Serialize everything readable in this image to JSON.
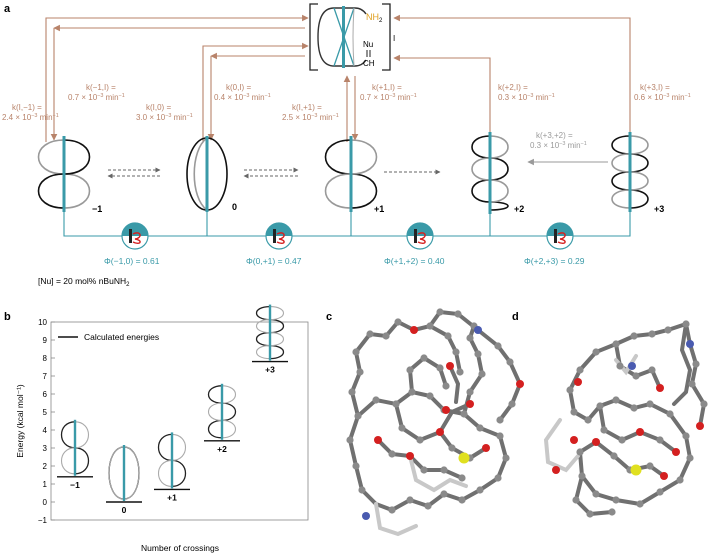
{
  "panels": {
    "a": "a",
    "b": "b",
    "c": "c",
    "d": "d"
  },
  "panel_a": {
    "complex": {
      "nh2": "NH",
      "nh2_sub": "2",
      "nu": "Nu",
      "ch": "CH",
      "roman": "I"
    },
    "rates": [
      {
        "k": "k(I,−1) =",
        "v": "2.4 × 10",
        "exp": "−3",
        "u": " min",
        "uexp": "−1"
      },
      {
        "k": "k(−1,I) =",
        "v": "0.7 × 10",
        "exp": "−3",
        "u": " min",
        "uexp": "−1"
      },
      {
        "k": "k(I,0) =",
        "v": "3.0 × 10",
        "exp": "−3",
        "u": " min",
        "uexp": "−1"
      },
      {
        "k": "k(0,I) =",
        "v": "0.4 × 10",
        "exp": "−3",
        "u": " min",
        "uexp": "−1"
      },
      {
        "k": "k(I,+1) =",
        "v": "2.5 × 10",
        "exp": "−3",
        "u": " min",
        "uexp": "−1"
      },
      {
        "k": "k(+1,I) =",
        "v": "0.7 × 10",
        "exp": "−3",
        "u": " min",
        "uexp": "−1"
      },
      {
        "k": "k(+2,I) =",
        "v": "0.3 × 10",
        "exp": "−3",
        "u": " min",
        "uexp": "−1"
      },
      {
        "k": "k(+3,I) =",
        "v": "0.6 × 10",
        "exp": "−3",
        "u": " min",
        "uexp": "−1"
      },
      {
        "k": "k(+3,+2) =",
        "v": "0.3 × 10",
        "exp": "−3",
        "u": " min",
        "uexp": "−1"
      }
    ],
    "knot_labels": [
      "−1",
      "0",
      "+1",
      "+2",
      "+3"
    ],
    "phi": [
      {
        "label": "Φ(−1,0) = 0.61"
      },
      {
        "label": "Φ(0,+1) =  0.47"
      },
      {
        "label": "Φ(+1,+2) = 0.40"
      },
      {
        "label": "Φ(+2,+3) = 0.29"
      }
    ],
    "conditions": "[Nu] = 20 mol% nBuNH",
    "conditions_sub": "2"
  },
  "chart_data": {
    "type": "scatter",
    "title": "",
    "xlabel": "Number of crossings",
    "ylabel": "Energy (kcal mol⁻¹)",
    "ylim": [
      -1,
      10
    ],
    "yticks": [
      "−1",
      "0",
      "1",
      "2",
      "3",
      "4",
      "5",
      "6",
      "7",
      "8",
      "9",
      "10"
    ],
    "legend": "Calculated energies",
    "legend_position": "top-left",
    "categories": [
      "−1",
      "0",
      "+1",
      "+2",
      "+3"
    ],
    "values": [
      1.4,
      0.0,
      0.7,
      3.4,
      7.8
    ]
  },
  "colors": {
    "teal": "#3a9aa8",
    "brown": "#b8836a",
    "gray": "#9a9a9a",
    "bond": "#707070",
    "oxygen": "#d42020",
    "nitrogen": "#4a5bb0",
    "sulfur": "#e0e020"
  }
}
